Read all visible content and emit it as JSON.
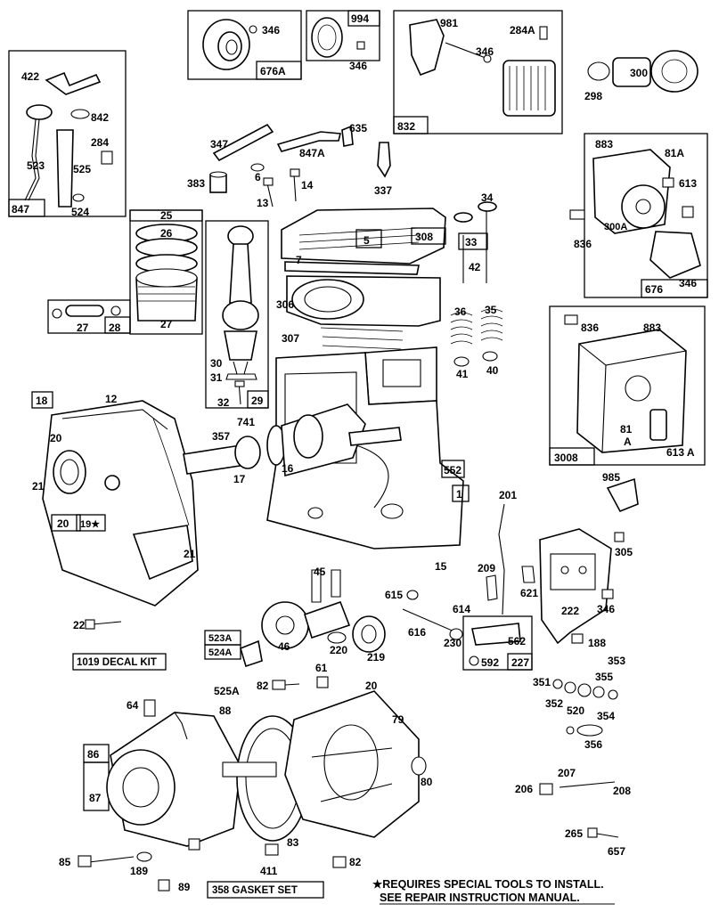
{
  "labels": {
    "l346a": "346",
    "l676A": "676A",
    "l994": "994",
    "l346b": "346",
    "l981": "981",
    "l284A": "284A",
    "l346c": "346",
    "l832": "832",
    "l300": "300",
    "l298": "298",
    "l422": "422",
    "l842": "842",
    "l284": "284",
    "l523": "523",
    "l525": "525",
    "l524": "524",
    "l847": "847",
    "l347": "347",
    "l847A": "847A",
    "l635": "635",
    "l383": "383",
    "l6": "6",
    "l14": "14",
    "l13": "13",
    "l337": "337",
    "l883a": "883",
    "l81A": "81A",
    "l613": "613",
    "l300A": "300A",
    "l836a": "836",
    "l676": "676",
    "l346d": "346",
    "l25": "25",
    "l26": "26",
    "l27a": "27",
    "l27b": "27",
    "l28": "28",
    "l5": "5",
    "l308": "308",
    "l7": "7",
    "l33": "33",
    "l34": "34",
    "l42": "42",
    "l306": "306",
    "l307": "307",
    "l30": "30",
    "l31": "31",
    "l32": "32",
    "l29": "29",
    "l36": "36",
    "l35": "35",
    "l41": "41",
    "l40": "40",
    "l836b": "836",
    "l883b": "883",
    "l81": "81",
    "lA": "A",
    "l613A": "613 A",
    "l3008": "3008",
    "l18": "18",
    "l12": "12",
    "l20a": "20",
    "l21a": "21",
    "l20b": "20",
    "l19": "19★",
    "l21b": "21",
    "l741": "741",
    "l357": "357",
    "l16": "16",
    "l17": "17",
    "l552": "552",
    "l1": "1",
    "l201": "201",
    "l985": "985",
    "l305": "305",
    "l15": "15",
    "l209": "209",
    "l621": "621",
    "l45": "45",
    "l615": "615",
    "l614": "614",
    "l616": "616",
    "l230": "230",
    "l562": "562",
    "l592": "592",
    "l227": "227",
    "l222": "222",
    "l346e": "346",
    "l188": "188",
    "l22": "22",
    "l523A": "523A",
    "l524A": "524A",
    "l525A": "525A",
    "l46": "46",
    "l220": "220",
    "l219": "219",
    "l82a": "82",
    "l61": "61",
    "l20c": "20",
    "l64": "64",
    "l88": "88",
    "l79": "79",
    "l86": "86",
    "l87": "87",
    "l80": "80",
    "l353": "353",
    "l351": "351",
    "l355": "355",
    "l352": "352",
    "l520": "520",
    "l354": "354",
    "l356": "356",
    "l207": "207",
    "l206": "206",
    "l208": "208",
    "l265": "265",
    "l657": "657",
    "l85": "85",
    "l189": "189",
    "l411": "411",
    "l83": "83",
    "l82b": "82",
    "l89": "89"
  },
  "kits": {
    "decal_kit": "1019 DECAL KIT",
    "gasket_set": "358 GASKET SET"
  },
  "footnote": {
    "line1": "★REQUIRES SPECIAL TOOLS TO INSTALL.",
    "line2": "SEE REPAIR INSTRUCTION MANUAL."
  }
}
